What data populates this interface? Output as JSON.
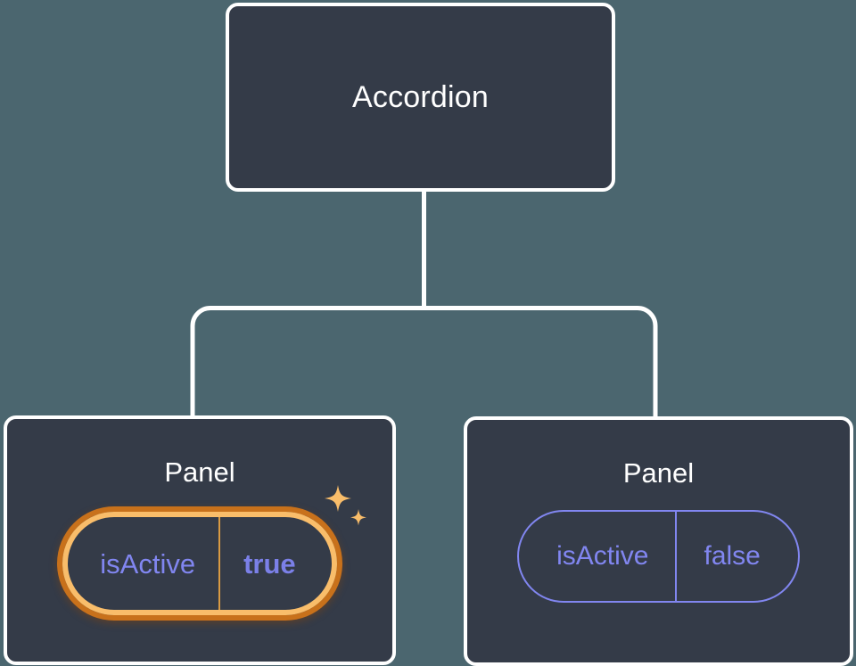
{
  "canvas": {
    "background_color": "#4b666f",
    "node_fill_color": "#343b48",
    "node_border_color": "#ffffff",
    "connector_color": "#ffffff",
    "accent_purple": "#8186f0",
    "accent_purple_bold": "#7b80e8",
    "highlight_amber": "#f9bd6a",
    "highlight_orange": "#c8711b"
  },
  "tree": {
    "root": {
      "title": "Accordion"
    },
    "children": [
      {
        "title": "Panel",
        "highlighted": true,
        "prop": {
          "key": "isActive",
          "value": "true"
        },
        "sparkle_icon": "sparkles-icon"
      },
      {
        "title": "Panel",
        "highlighted": false,
        "prop": {
          "key": "isActive",
          "value": "false"
        }
      }
    ]
  }
}
